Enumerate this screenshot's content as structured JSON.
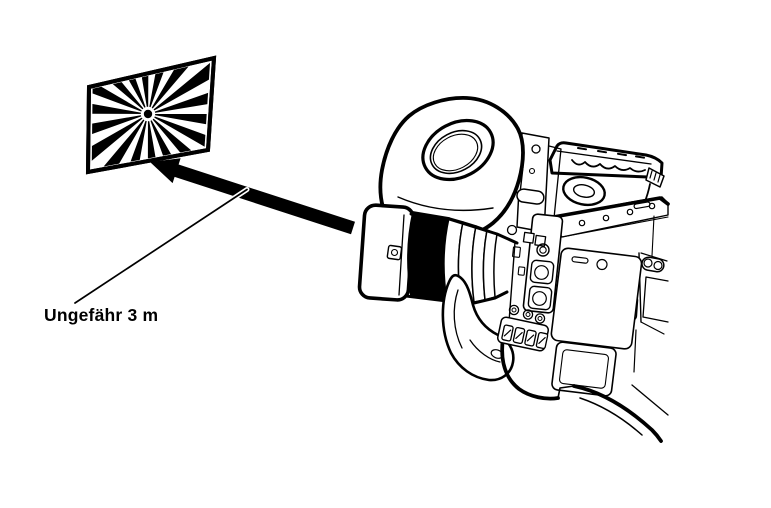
{
  "page": {
    "background_color": "#ffffff",
    "ink_color": "#000000"
  },
  "annotation": {
    "distance_label": "Ungefähr 3 m"
  },
  "test_chart": {
    "name": "siemens-star-focus-chart",
    "spokes": 18
  },
  "camera": {
    "name": "professional-shoulder-camcorder"
  }
}
